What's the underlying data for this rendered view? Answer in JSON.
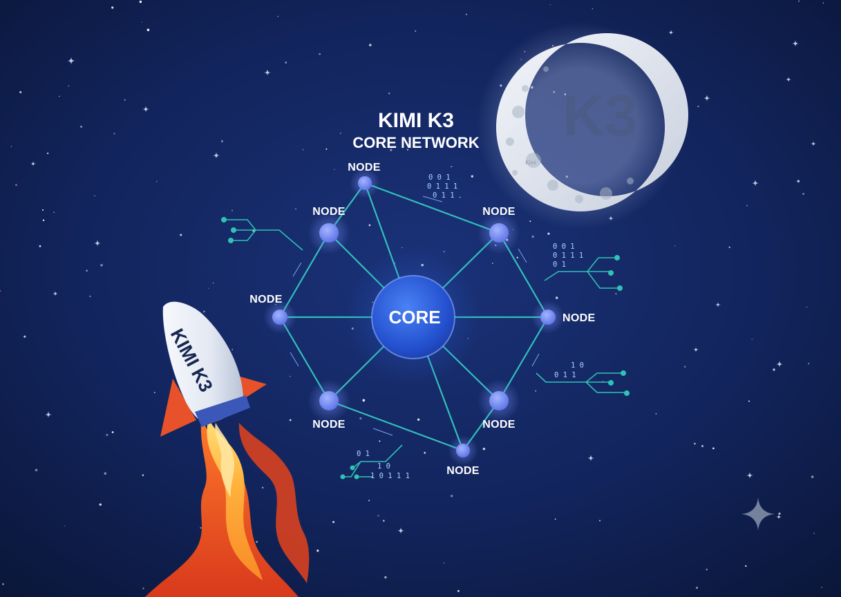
{
  "title": {
    "line1": "KIMI K3",
    "line2": "CORE NETWORK"
  },
  "core": {
    "label": "CORE"
  },
  "nodes": [
    {
      "id": "top",
      "label": "NODE"
    },
    {
      "id": "upper-left",
      "label": "NODE"
    },
    {
      "id": "upper-right",
      "label": "NODE"
    },
    {
      "id": "left",
      "label": "NODE"
    },
    {
      "id": "right",
      "label": "NODE"
    },
    {
      "id": "lower-left",
      "label": "NODE"
    },
    {
      "id": "lower-right",
      "label": "NODE"
    },
    {
      "id": "bottom",
      "label": "NODE"
    }
  ],
  "binary_fragments": {
    "top": [
      "0    0 1",
      "0 1 1    1",
      "    0  1 1"
    ],
    "right": [
      "0      0 1",
      "0 1 1 1",
      "0  1"
    ],
    "lower_right": [
      "1    0",
      "0  1 1"
    ],
    "bottom": [
      "0  1",
      "1 0",
      "1 0 1 1  1"
    ]
  },
  "rocket": {
    "label": "KIMI K3"
  },
  "moon": {
    "label": "K3",
    "small_label": "Kimi"
  },
  "colors": {
    "background": "#0e1c4a",
    "link": "#35d0c4",
    "node": "#6f86f0",
    "core": "#2a55d8",
    "flame": "#f05a1f",
    "moon": "#dfe5ef"
  },
  "icons": [
    "star-icon",
    "sparkle-icon",
    "circuit-icon"
  ]
}
